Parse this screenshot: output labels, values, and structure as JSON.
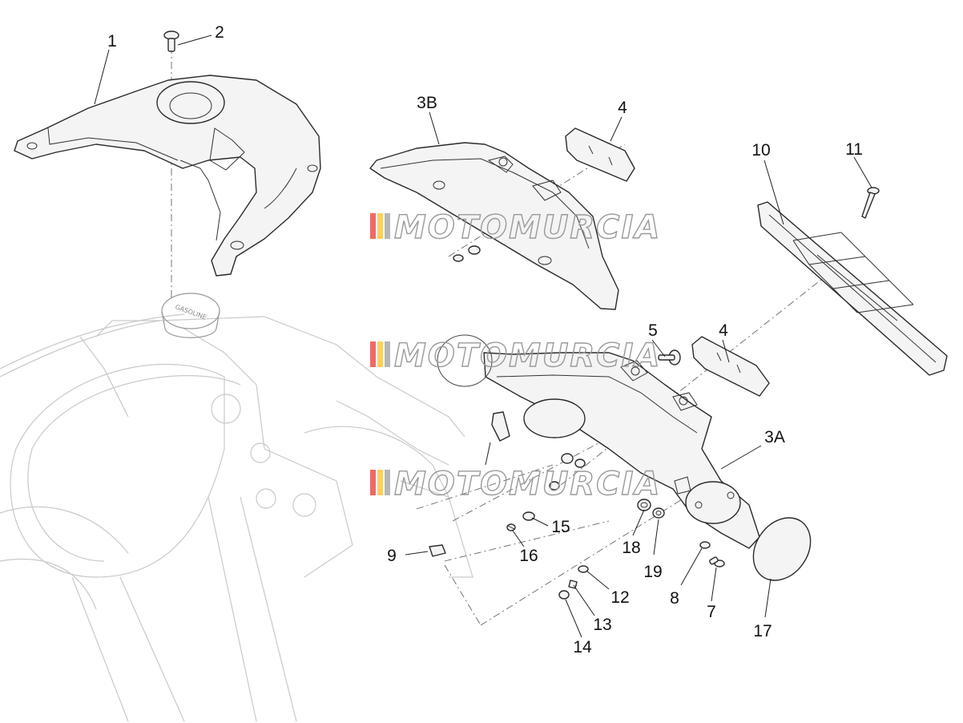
{
  "callouts": [
    {
      "id": "1",
      "label": "1"
    },
    {
      "id": "2",
      "label": "2"
    },
    {
      "id": "3B",
      "label": "3B"
    },
    {
      "id": "4a",
      "label": "4"
    },
    {
      "id": "10",
      "label": "10"
    },
    {
      "id": "11",
      "label": "11"
    },
    {
      "id": "5",
      "label": "5"
    },
    {
      "id": "4b",
      "label": "4"
    },
    {
      "id": "3A",
      "label": "3A"
    },
    {
      "id": "18",
      "label": "18"
    },
    {
      "id": "19",
      "label": "19"
    },
    {
      "id": "8",
      "label": "8"
    },
    {
      "id": "7",
      "label": "7"
    },
    {
      "id": "17",
      "label": "17"
    },
    {
      "id": "15",
      "label": "15"
    },
    {
      "id": "16",
      "label": "16"
    },
    {
      "id": "9",
      "label": "9"
    },
    {
      "id": "12",
      "label": "12"
    },
    {
      "id": "13",
      "label": "13"
    },
    {
      "id": "14",
      "label": "14"
    }
  ],
  "watermark": {
    "text": "MOTOMURCIA",
    "stripe_colors": [
      "#e53935",
      "#fbc02d",
      "#9e9e9e"
    ]
  },
  "cap_text": "GASOLINE"
}
